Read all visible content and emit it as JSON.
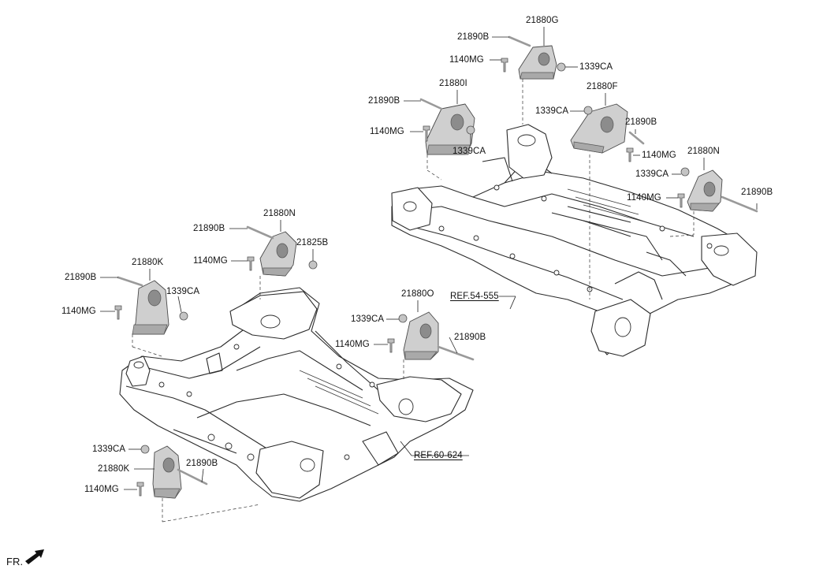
{
  "labels": {
    "g_21880G": "21880G",
    "g_21890B": "21890B",
    "g_1140MG": "1140MG",
    "g_1339CA": "1339CA",
    "i_21880I": "21880I",
    "i_21890B": "21890B",
    "i_1140MG": "1140MG",
    "i_1339CA": "1339CA",
    "f_21880F": "21880F",
    "f_1339CA": "1339CA",
    "f_21890B": "21890B",
    "f_1140MG": "1140MG",
    "rn_21880N": "21880N",
    "rn_1339CA": "1339CA",
    "rn_1140MG": "1140MG",
    "rn_21890B": "21890B",
    "ref_54_555": "REF.54-555",
    "n_21880N": "21880N",
    "n_21890B": "21890B",
    "n_1140MG": "1140MG",
    "n_21825B": "21825B",
    "k_21880K": "21880K",
    "k_21890B": "21890B",
    "k_1339CA": "1339CA",
    "k_1140MG": "1140MG",
    "o_21880O": "21880O",
    "o_1339CA": "1339CA",
    "o_1140MG": "1140MG",
    "o_21890B": "21890B",
    "ref_60_624": "REF.60-624",
    "kb_1339CA": "1339CA",
    "kb_21880K": "21880K",
    "kb_21890B": "21890B",
    "kb_1140MG": "1140MG",
    "fr": "FR."
  },
  "icons": {
    "front_direction": "fr-arrow-icon"
  }
}
